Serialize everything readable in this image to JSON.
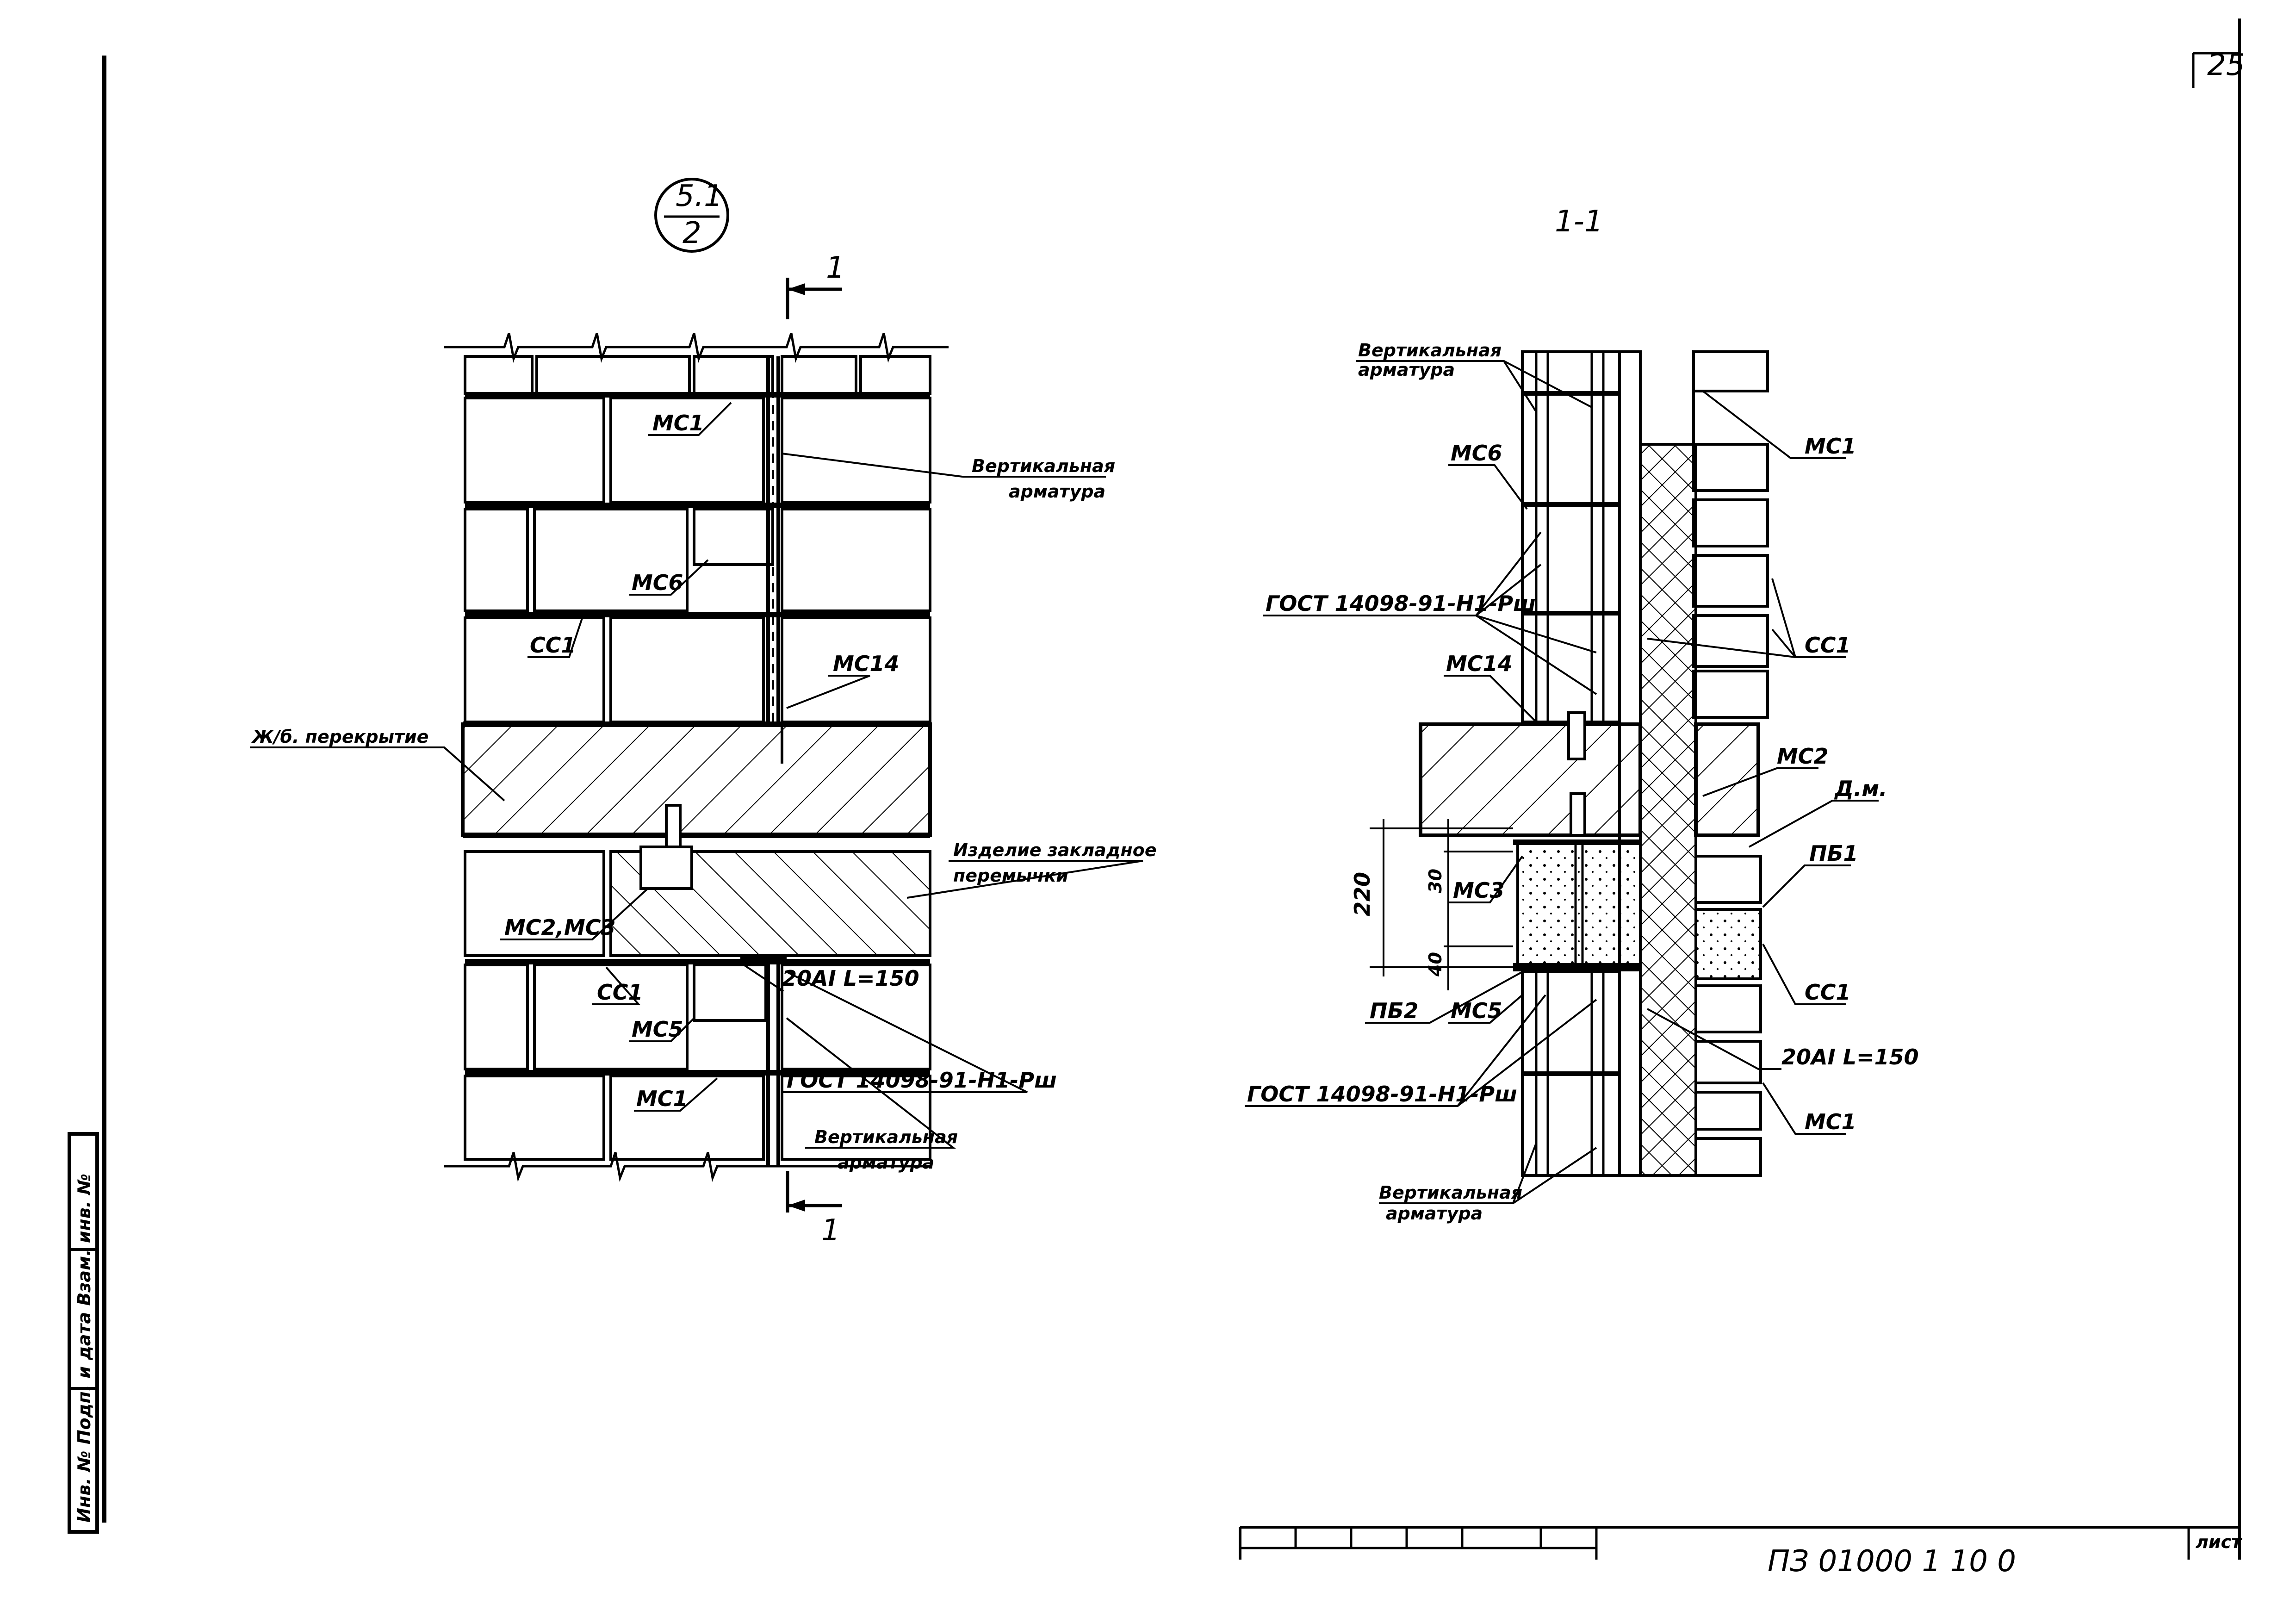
{
  "sheet": {
    "page_number": "25",
    "sheet_label": "лист",
    "doc_code_partial": "ПЗ 01000 1 10 0",
    "side_stamp": "Инв. №  Подп. и дата  Взам. инв. №"
  },
  "elevation": {
    "callout_top": "5.1",
    "callout_bottom": "2",
    "section_mark_top": "1",
    "section_mark_bottom": "1",
    "labels": {
      "mc1_top": "МС1",
      "vert_rebar_top_1": "Вертикальная",
      "vert_rebar_top_2": "арматура",
      "mc6": "МС6",
      "cc1_top": "СС1",
      "mc14": "МС14",
      "slab": "Ж/б. перекрытие",
      "embedded_1": "Изделие закладное",
      "embedded_2": "перемычки",
      "mc2mc3": "МС2,МС3",
      "cc1_bottom": "СС1",
      "rebar_20ai": "20АI L=150",
      "mc5": "МС5",
      "mc1_bottom": "МС1",
      "gost": "ГОСТ 14098-91-Н1-Рш",
      "vert_rebar_bot_1": "Вертикальная",
      "vert_rebar_bot_2": "арматура"
    }
  },
  "section": {
    "title": "1-1",
    "labels": {
      "vert_rebar_top_1": "Вертикальная",
      "vert_rebar_top_2": "арматура",
      "mc1_top": "МС1",
      "mc6": "МС6",
      "gost_top": "ГОСТ 14098-91-Н1-Рш",
      "cc1_top": "СС1",
      "mc14": "МС14",
      "mc2": "МС2",
      "dm": "Д.м.",
      "pb1": "ПБ1",
      "mc3": "МС3",
      "cc1_bottom": "СС1",
      "pb2": "ПБ2",
      "mc5": "МС5",
      "rebar_20ai": "20АI L=150",
      "gost_bottom": "ГОСТ 14098-91-Н1-Рш",
      "mc1_bottom": "МС1",
      "vert_rebar_bot_1": "Вертикальная",
      "vert_rebar_bot_2": "арматура"
    },
    "dimensions": {
      "total": "220",
      "top": "30",
      "bottom": "40"
    }
  }
}
